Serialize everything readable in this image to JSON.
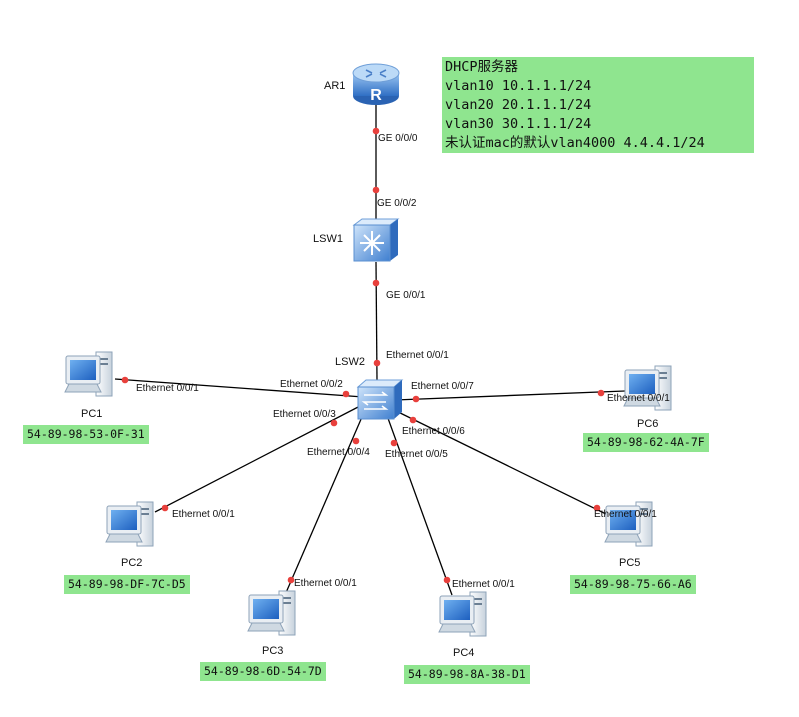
{
  "devices": {
    "router": {
      "label": "AR1"
    },
    "core_switch": {
      "label": "LSW1"
    },
    "access_switch": {
      "label": "LSW2"
    },
    "pcs": [
      {
        "label": "PC1",
        "mac": "54-89-98-53-0F-31"
      },
      {
        "label": "PC2",
        "mac": "54-89-98-DF-7C-D5"
      },
      {
        "label": "PC3",
        "mac": "54-89-98-6D-54-7D"
      },
      {
        "label": "PC4",
        "mac": "54-89-98-8A-38-D1"
      },
      {
        "label": "PC5",
        "mac": "54-89-98-75-66-A6"
      },
      {
        "label": "PC6",
        "mac": "54-89-98-62-4A-7F"
      }
    ]
  },
  "ports": {
    "ar1_ge000": "GE 0/0/0",
    "lsw1_ge002": "GE 0/0/2",
    "lsw1_ge001": "GE 0/0/1",
    "lsw2_eth001": "Ethernet 0/0/1",
    "lsw2_eth002": "Ethernet 0/0/2",
    "lsw2_eth003": "Ethernet 0/0/3",
    "lsw2_eth004": "Ethernet 0/0/4",
    "lsw2_eth005": "Ethernet 0/0/5",
    "lsw2_eth006": "Ethernet 0/0/6",
    "lsw2_eth007": "Ethernet 0/0/7",
    "pc1_eth": "Ethernet 0/0/1",
    "pc2_eth": "Ethernet 0/0/1",
    "pc3_eth": "Ethernet 0/0/1",
    "pc4_eth": "Ethernet 0/0/1",
    "pc5_eth": "Ethernet 0/0/1",
    "pc6_eth": "Ethernet 0/0/1"
  },
  "dhcp_note": {
    "title": "DHCP服务器",
    "lines": [
      "vlan10 10.1.1.1/24",
      "vlan20 20.1.1.1/24",
      "vlan30 30.1.1.1/24",
      "未认证mac的默认vlan4000 4.4.4.1/24"
    ]
  },
  "colors": {
    "note_bg": "#8fe58f",
    "link": "#000000",
    "port_dot": "#e8403c",
    "device_blue": "#3a7bd5"
  }
}
